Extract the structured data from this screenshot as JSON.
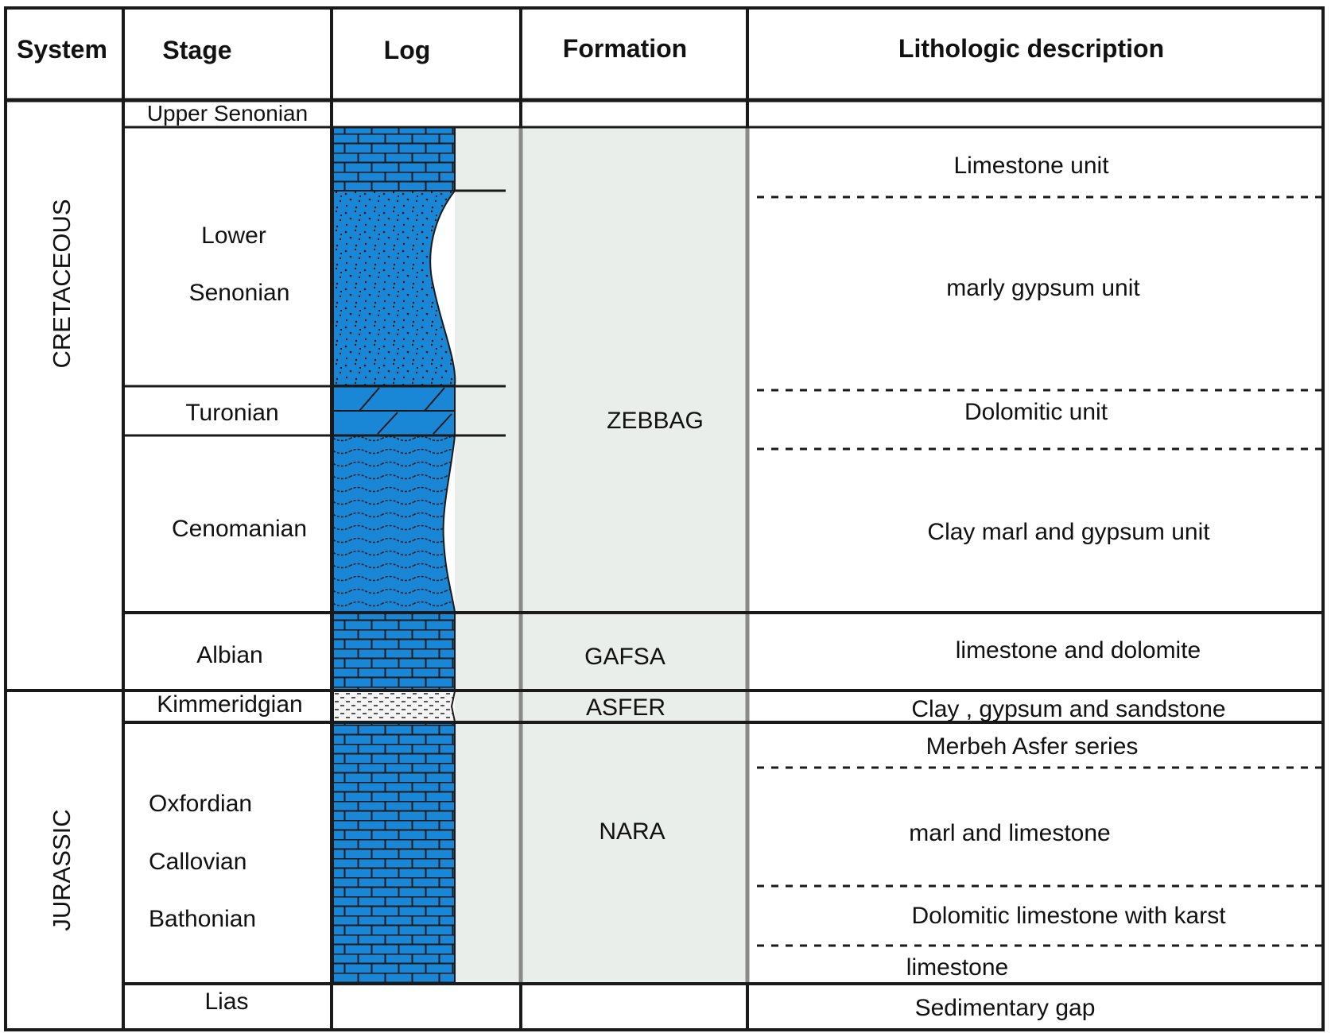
{
  "headers": {
    "system": "System",
    "stage": "Stage",
    "log": "Log",
    "formation": "Formation",
    "lithology": "Lithologic description"
  },
  "systems": {
    "cretaceous": "CRETACEOUS",
    "jurassic": "JURASSIC"
  },
  "stages": {
    "upper_senonian": "Upper Senonian",
    "lower": "Lower",
    "senonian": "Senonian",
    "turonian": "Turonian",
    "cenomanian": "Cenomanian",
    "albian": "Albian",
    "kimmeridgian": "Kimmeridgian",
    "oxfordian": "Oxfordian",
    "callovian": "Callovian",
    "bathonian": "Bathonian",
    "lias": "Lias"
  },
  "formations": {
    "zebbag": "ZEBBAG",
    "gafsa": "GAFSA",
    "asfer": "ASFER",
    "nara": "NARA"
  },
  "descriptions": {
    "limestone_unit": "Limestone unit",
    "marly_gypsum": "marly gypsum unit",
    "dolomitic_unit": "Dolomitic unit",
    "clay_marl_gypsum": "Clay marl and gypsum unit",
    "limestone_dolomite": "limestone and dolomite",
    "clay_gypsum_sandstone": "Clay , gypsum and sandstone",
    "merbeh_asfer": "Merbeh Asfer series",
    "marl_limestone": "marl and limestone",
    "dolomitic_limestone_karst": "Dolomitic limestone with karst",
    "limestone": "limestone",
    "sedimentary_gap": "Sedimentary gap"
  },
  "colors": {
    "log_blue": "#1a86d6",
    "formation_fill": "#e9eeea",
    "line": "#1a1a1a",
    "separator_gray": "#8a8a8a",
    "sand_fill": "#f4f4f4"
  }
}
